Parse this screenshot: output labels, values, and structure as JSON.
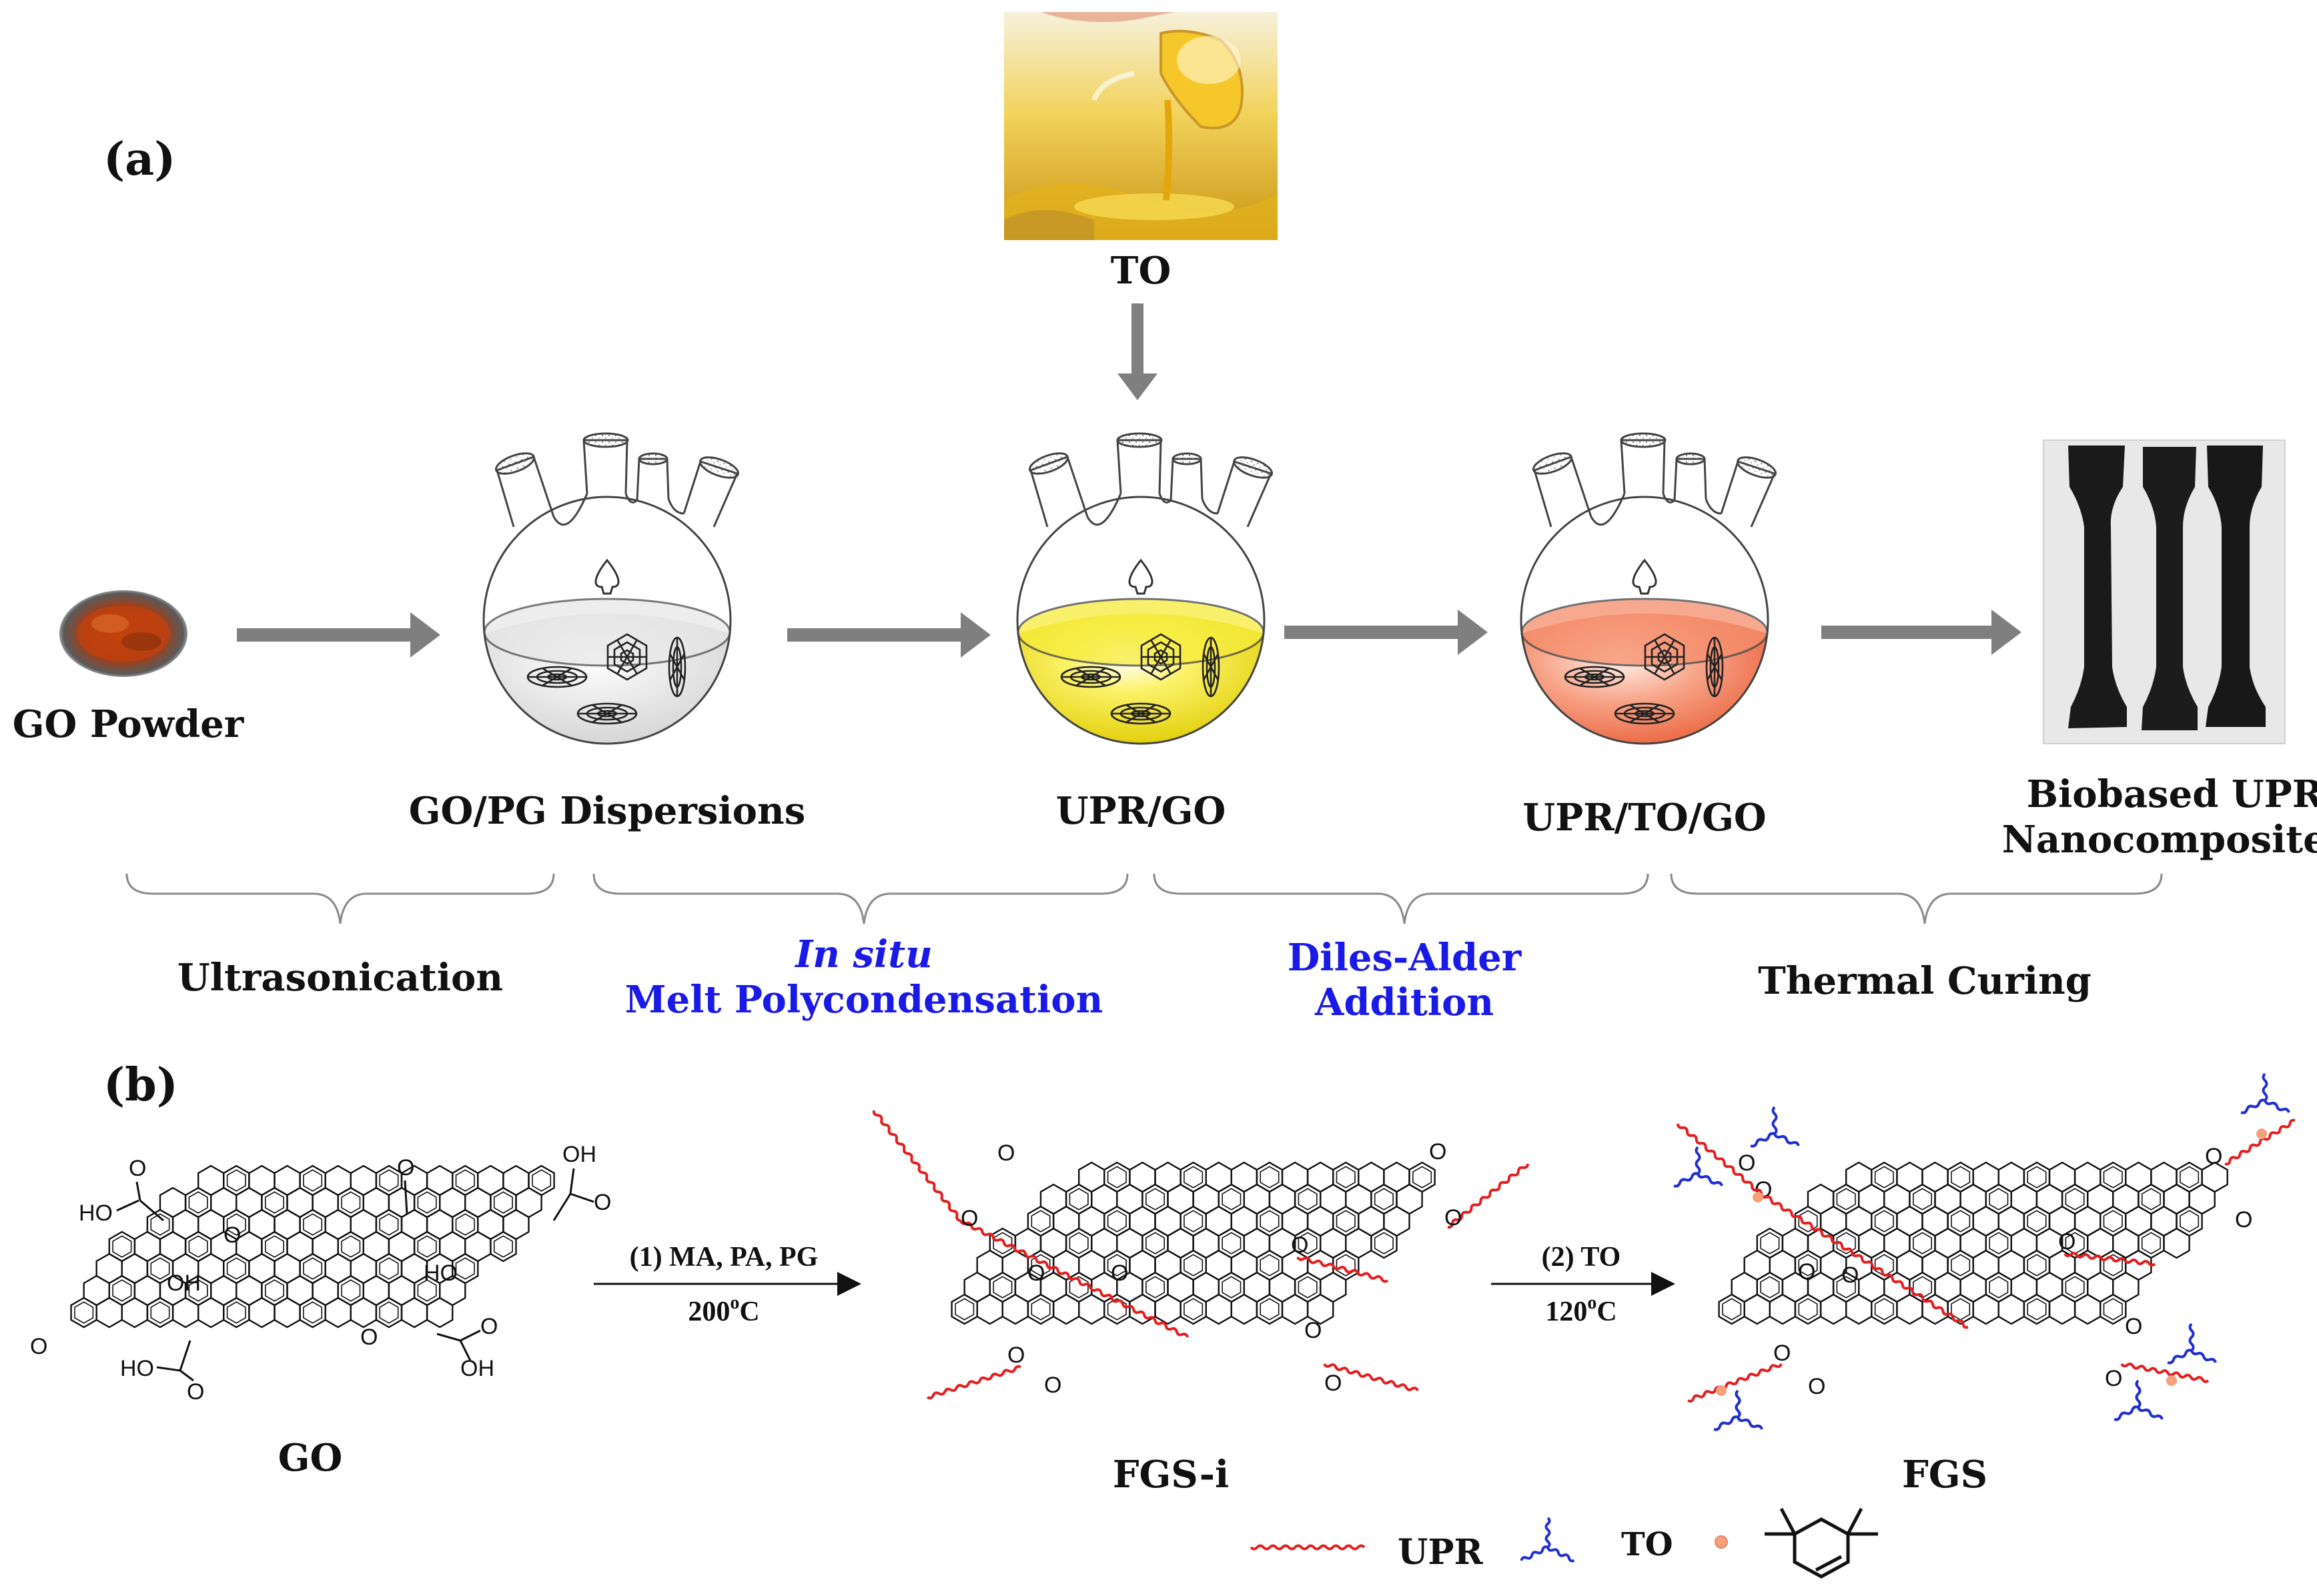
{
  "panel_a": {
    "label": "(a)",
    "to_label": "TO",
    "go_powder": "GO Powder",
    "flask1": "GO/PG Dispersions",
    "flask2": "UPR/GO",
    "flask3": "UPR/TO/GO",
    "product_line1": "Biobased UPR",
    "product_line2": "Nanocomposites",
    "step1": "Ultrasonication",
    "step2_line1": "In situ",
    "step2_line2": "Melt Polycondensation",
    "step3_line1": "Diles-Alder",
    "step3_line2": "Addition",
    "step4": "Thermal Curing"
  },
  "panel_b": {
    "label": "(b)",
    "go_name": "GO",
    "fgsi_name": "FGS-i",
    "fgs_name": "FGS",
    "cond1_line1": "(1) MA, PA, PG",
    "cond1_line2": "200",
    "cond1_sup": "o",
    "cond1_unit": "C",
    "cond2_line1": "(2) TO",
    "cond2_line2": "120",
    "cond2_sup": "o",
    "cond2_unit": "C",
    "groups": {
      "oh": "OH",
      "ho": "HO",
      "o": "O"
    }
  },
  "legend": {
    "upr": "UPR",
    "to": "TO"
  },
  "colors": {
    "arrow": "#7f7f7f",
    "blue_text": "#1a1ae6",
    "upr_chain": "#e41e1e",
    "to_chain": "#1f2fd0",
    "flask_yellow": "#f2e000",
    "flask_orange": "#f07a55",
    "flask_grey": "#d9d9d9"
  }
}
